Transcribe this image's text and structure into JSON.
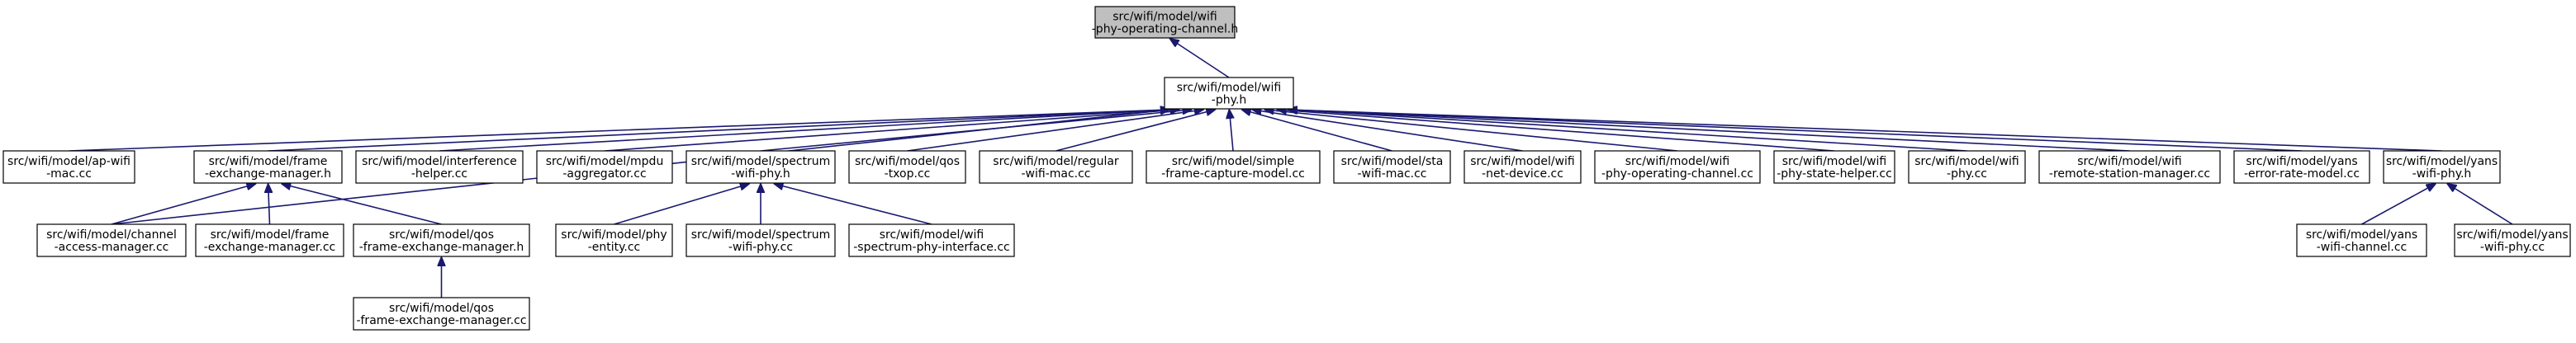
{
  "diagram": {
    "nodes": [
      {
        "id": "root",
        "lines": [
          "src/wifi/model/wifi",
          "-phy-operating-channel.h"
        ]
      },
      {
        "id": "wifi_phy_h",
        "lines": [
          "src/wifi/model/wifi",
          "-phy.h"
        ]
      },
      {
        "id": "ap_wifi_mac",
        "lines": [
          "src/wifi/model/ap-wifi",
          "-mac.cc"
        ]
      },
      {
        "id": "frame_exchange_manager_h",
        "lines": [
          "src/wifi/model/frame",
          "-exchange-manager.h"
        ]
      },
      {
        "id": "interference_helper",
        "lines": [
          "src/wifi/model/interference",
          "-helper.cc"
        ]
      },
      {
        "id": "mpdu_aggregator",
        "lines": [
          "src/wifi/model/mpdu",
          "-aggregator.cc"
        ]
      },
      {
        "id": "spectrum_wifi_phy_h",
        "lines": [
          "src/wifi/model/spectrum",
          "-wifi-phy.h"
        ]
      },
      {
        "id": "qos_txop",
        "lines": [
          "src/wifi/model/qos",
          "-txop.cc"
        ]
      },
      {
        "id": "regular_wifi_mac",
        "lines": [
          "src/wifi/model/regular",
          "-wifi-mac.cc"
        ]
      },
      {
        "id": "simple_frame_capture",
        "lines": [
          "src/wifi/model/simple",
          "-frame-capture-model.cc"
        ]
      },
      {
        "id": "sta_wifi_mac",
        "lines": [
          "src/wifi/model/sta",
          "-wifi-mac.cc"
        ]
      },
      {
        "id": "wifi_net_device",
        "lines": [
          "src/wifi/model/wifi",
          "-net-device.cc"
        ]
      },
      {
        "id": "wifi_phy_operating_channel_cc",
        "lines": [
          "src/wifi/model/wifi",
          "-phy-operating-channel.cc"
        ]
      },
      {
        "id": "wifi_phy_state_helper",
        "lines": [
          "src/wifi/model/wifi",
          "-phy-state-helper.cc"
        ]
      },
      {
        "id": "wifi_phy_cc",
        "lines": [
          "src/wifi/model/wifi",
          "-phy.cc"
        ]
      },
      {
        "id": "wifi_remote_station_manager",
        "lines": [
          "src/wifi/model/wifi",
          "-remote-station-manager.cc"
        ]
      },
      {
        "id": "yans_error_rate",
        "lines": [
          "src/wifi/model/yans",
          "-error-rate-model.cc"
        ]
      },
      {
        "id": "yans_wifi_phy_h",
        "lines": [
          "src/wifi/model/yans",
          "-wifi-phy.h"
        ]
      },
      {
        "id": "channel_access_manager",
        "lines": [
          "src/wifi/model/channel",
          "-access-manager.cc"
        ]
      },
      {
        "id": "frame_exchange_manager_cc",
        "lines": [
          "src/wifi/model/frame",
          "-exchange-manager.cc"
        ]
      },
      {
        "id": "qos_fem_h",
        "lines": [
          "src/wifi/model/qos",
          "-frame-exchange-manager.h"
        ]
      },
      {
        "id": "phy_entity",
        "lines": [
          "src/wifi/model/phy",
          "-entity.cc"
        ]
      },
      {
        "id": "spectrum_wifi_phy_cc",
        "lines": [
          "src/wifi/model/spectrum",
          "-wifi-phy.cc"
        ]
      },
      {
        "id": "wifi_spectrum_phy_interface",
        "lines": [
          "src/wifi/model/wifi",
          "-spectrum-phy-interface.cc"
        ]
      },
      {
        "id": "yans_wifi_channel",
        "lines": [
          "src/wifi/model/yans",
          "-wifi-channel.cc"
        ]
      },
      {
        "id": "yans_wifi_phy_cc",
        "lines": [
          "src/wifi/model/yans",
          "-wifi-phy.cc"
        ]
      },
      {
        "id": "qos_fem_cc",
        "lines": [
          "src/wifi/model/qos",
          "-frame-exchange-manager.cc"
        ]
      }
    ],
    "edges": [
      {
        "from": "wifi_phy_h",
        "to": "root"
      },
      {
        "from": "ap_wifi_mac",
        "to": "wifi_phy_h"
      },
      {
        "from": "frame_exchange_manager_h",
        "to": "wifi_phy_h"
      },
      {
        "from": "interference_helper",
        "to": "wifi_phy_h"
      },
      {
        "from": "mpdu_aggregator",
        "to": "wifi_phy_h"
      },
      {
        "from": "spectrum_wifi_phy_h",
        "to": "wifi_phy_h"
      },
      {
        "from": "qos_txop",
        "to": "wifi_phy_h"
      },
      {
        "from": "regular_wifi_mac",
        "to": "wifi_phy_h"
      },
      {
        "from": "simple_frame_capture",
        "to": "wifi_phy_h"
      },
      {
        "from": "sta_wifi_mac",
        "to": "wifi_phy_h"
      },
      {
        "from": "wifi_net_device",
        "to": "wifi_phy_h"
      },
      {
        "from": "wifi_phy_operating_channel_cc",
        "to": "wifi_phy_h"
      },
      {
        "from": "wifi_phy_state_helper",
        "to": "wifi_phy_h"
      },
      {
        "from": "wifi_phy_cc",
        "to": "wifi_phy_h"
      },
      {
        "from": "wifi_remote_station_manager",
        "to": "wifi_phy_h"
      },
      {
        "from": "yans_error_rate",
        "to": "wifi_phy_h"
      },
      {
        "from": "yans_wifi_phy_h",
        "to": "wifi_phy_h"
      },
      {
        "from": "channel_access_manager",
        "to": "wifi_phy_h"
      },
      {
        "from": "channel_access_manager",
        "to": "frame_exchange_manager_h"
      },
      {
        "from": "frame_exchange_manager_cc",
        "to": "frame_exchange_manager_h"
      },
      {
        "from": "qos_fem_h",
        "to": "frame_exchange_manager_h"
      },
      {
        "from": "qos_fem_cc",
        "to": "qos_fem_h"
      },
      {
        "from": "phy_entity",
        "to": "spectrum_wifi_phy_h"
      },
      {
        "from": "spectrum_wifi_phy_cc",
        "to": "spectrum_wifi_phy_h"
      },
      {
        "from": "wifi_spectrum_phy_interface",
        "to": "spectrum_wifi_phy_h"
      },
      {
        "from": "yans_wifi_channel",
        "to": "yans_wifi_phy_h"
      },
      {
        "from": "yans_wifi_phy_cc",
        "to": "yans_wifi_phy_h"
      }
    ],
    "colors": {
      "edge": "#191970",
      "root_fill": "#bfbfbf",
      "node_fill": "#ffffff",
      "node_border": "#000000"
    }
  }
}
